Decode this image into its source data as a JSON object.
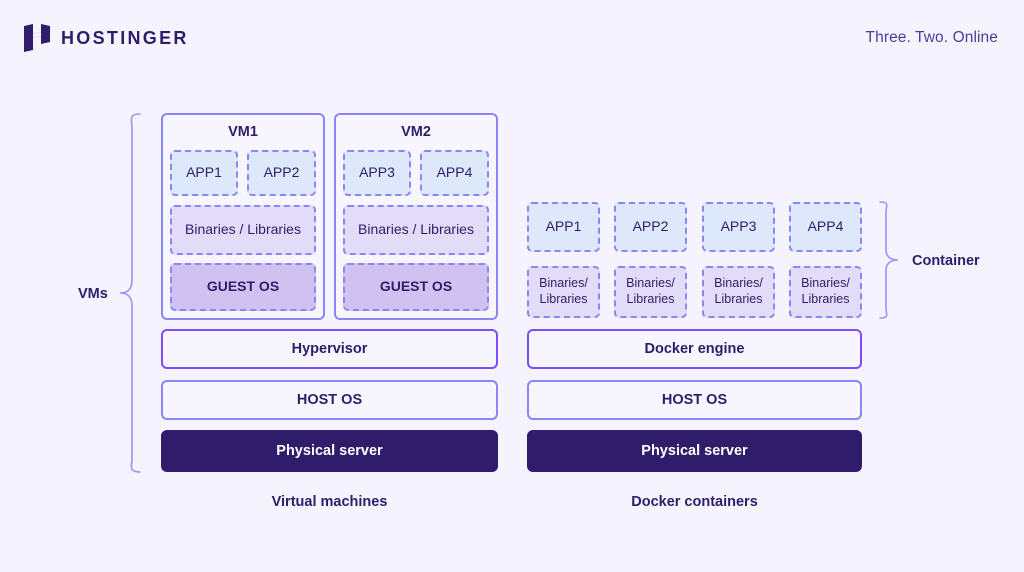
{
  "header": {
    "brand_name": "HOSTINGER",
    "brand_logo_icon": "hostinger-h-logo-icon",
    "tagline": "Three. Two. Online"
  },
  "colors": {
    "page_background": "#f5f4fe",
    "brand_dark": "#2f1c6a",
    "accent_purple": "#7c4dff",
    "border_lavender": "#8c85f5",
    "app_fill": "#dde8fa",
    "binaries_fill": "#e3dcf8",
    "guest_os_fill": "#cfc2f0",
    "server_fill": "#2f1c6a"
  },
  "diagram": {
    "left_brace_label": "VMs",
    "right_brace_label": "Container",
    "left_caption": "Virtual machines",
    "right_caption": "Docker containers",
    "vm_side": {
      "vms": [
        {
          "title": "VM1",
          "apps": [
            "APP1",
            "APP2"
          ],
          "binaries": "Binaries / Libraries",
          "guest_os": "GUEST OS"
        },
        {
          "title": "VM2",
          "apps": [
            "APP3",
            "APP4"
          ],
          "binaries": "Binaries / Libraries",
          "guest_os": "GUEST OS"
        }
      ],
      "layers": [
        {
          "label": "Hypervisor",
          "style": "outline"
        },
        {
          "label": "HOST OS",
          "style": "outline"
        },
        {
          "label": "Physical server",
          "style": "filled"
        }
      ]
    },
    "container_side": {
      "apps": [
        "APP1",
        "APP2",
        "APP3",
        "APP4"
      ],
      "binaries_line1": "Binaries/",
      "binaries_line2": "Libraries",
      "layers": [
        {
          "label": "Docker engine",
          "style": "outline"
        },
        {
          "label": "HOST OS",
          "style": "outline"
        },
        {
          "label": "Physical server",
          "style": "filled"
        }
      ]
    }
  }
}
